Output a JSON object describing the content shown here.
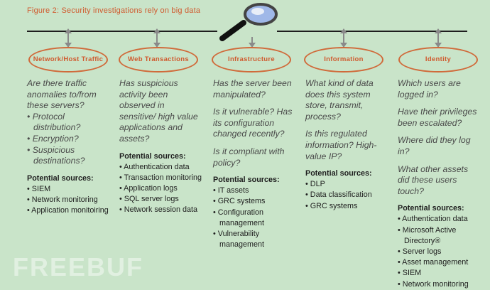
{
  "figure": {
    "title": "Figure 2: Security investigations rely on big data"
  },
  "columns": [
    {
      "heading": "Network/Host Traffic",
      "questions": [
        "Are there traffic anomalies to/from these servers?"
      ],
      "subitems": [
        "• Protocol distribution?",
        "• Encryption?",
        "• Suspicious destinations?"
      ],
      "sources_title": "Potential sources:",
      "sources": [
        "• SIEM",
        "• Network monitoring",
        "• Application monitoiring"
      ]
    },
    {
      "heading": "Web Transactions",
      "questions": [
        "Has suspicious activity been observed in sensitive/ high value applications and assets?"
      ],
      "subitems": [],
      "sources_title": "Potential sources:",
      "sources": [
        "• Authentication data",
        "• Transaction monitoring",
        "• Application logs",
        "• SQL server logs",
        "• Network session data"
      ]
    },
    {
      "heading": "Infrastructure",
      "questions": [
        "Has the server been manipulated?",
        "Is it vulnerable? Has its configuration changed recently?",
        "Is it compliant with policy?"
      ],
      "subitems": [],
      "sources_title": "Potential sources:",
      "sources": [
        "• IT assets",
        "• GRC systems",
        "• Configuration management",
        "• Vulnerability management"
      ]
    },
    {
      "heading": "Information",
      "questions": [
        "What kind of data does this system store, transmit, process?",
        "Is this regulated information? High-value IP?"
      ],
      "subitems": [],
      "sources_title": "Potential sources:",
      "sources": [
        "• DLP",
        "• Data classification",
        "• GRC systems"
      ]
    },
    {
      "heading": "Identity",
      "questions": [
        "Which users are logged in?",
        "Have their privileges been escalated?",
        "Where did they log in?",
        "What other assets did these users touch?"
      ],
      "subitems": [],
      "sources_title": "Potential sources:",
      "sources": [
        "• Authentication data",
        "• Microsoft Active Directory®",
        "• Server logs",
        "• Asset management",
        "• SIEM",
        "• Network monitoring"
      ]
    }
  ],
  "watermark": "FREEBUF",
  "icons": {
    "magnifier": "magnifying-glass-icon"
  },
  "colors": {
    "background": "#c9e4c9",
    "accent": "#d05a2e",
    "text": "#333333"
  }
}
